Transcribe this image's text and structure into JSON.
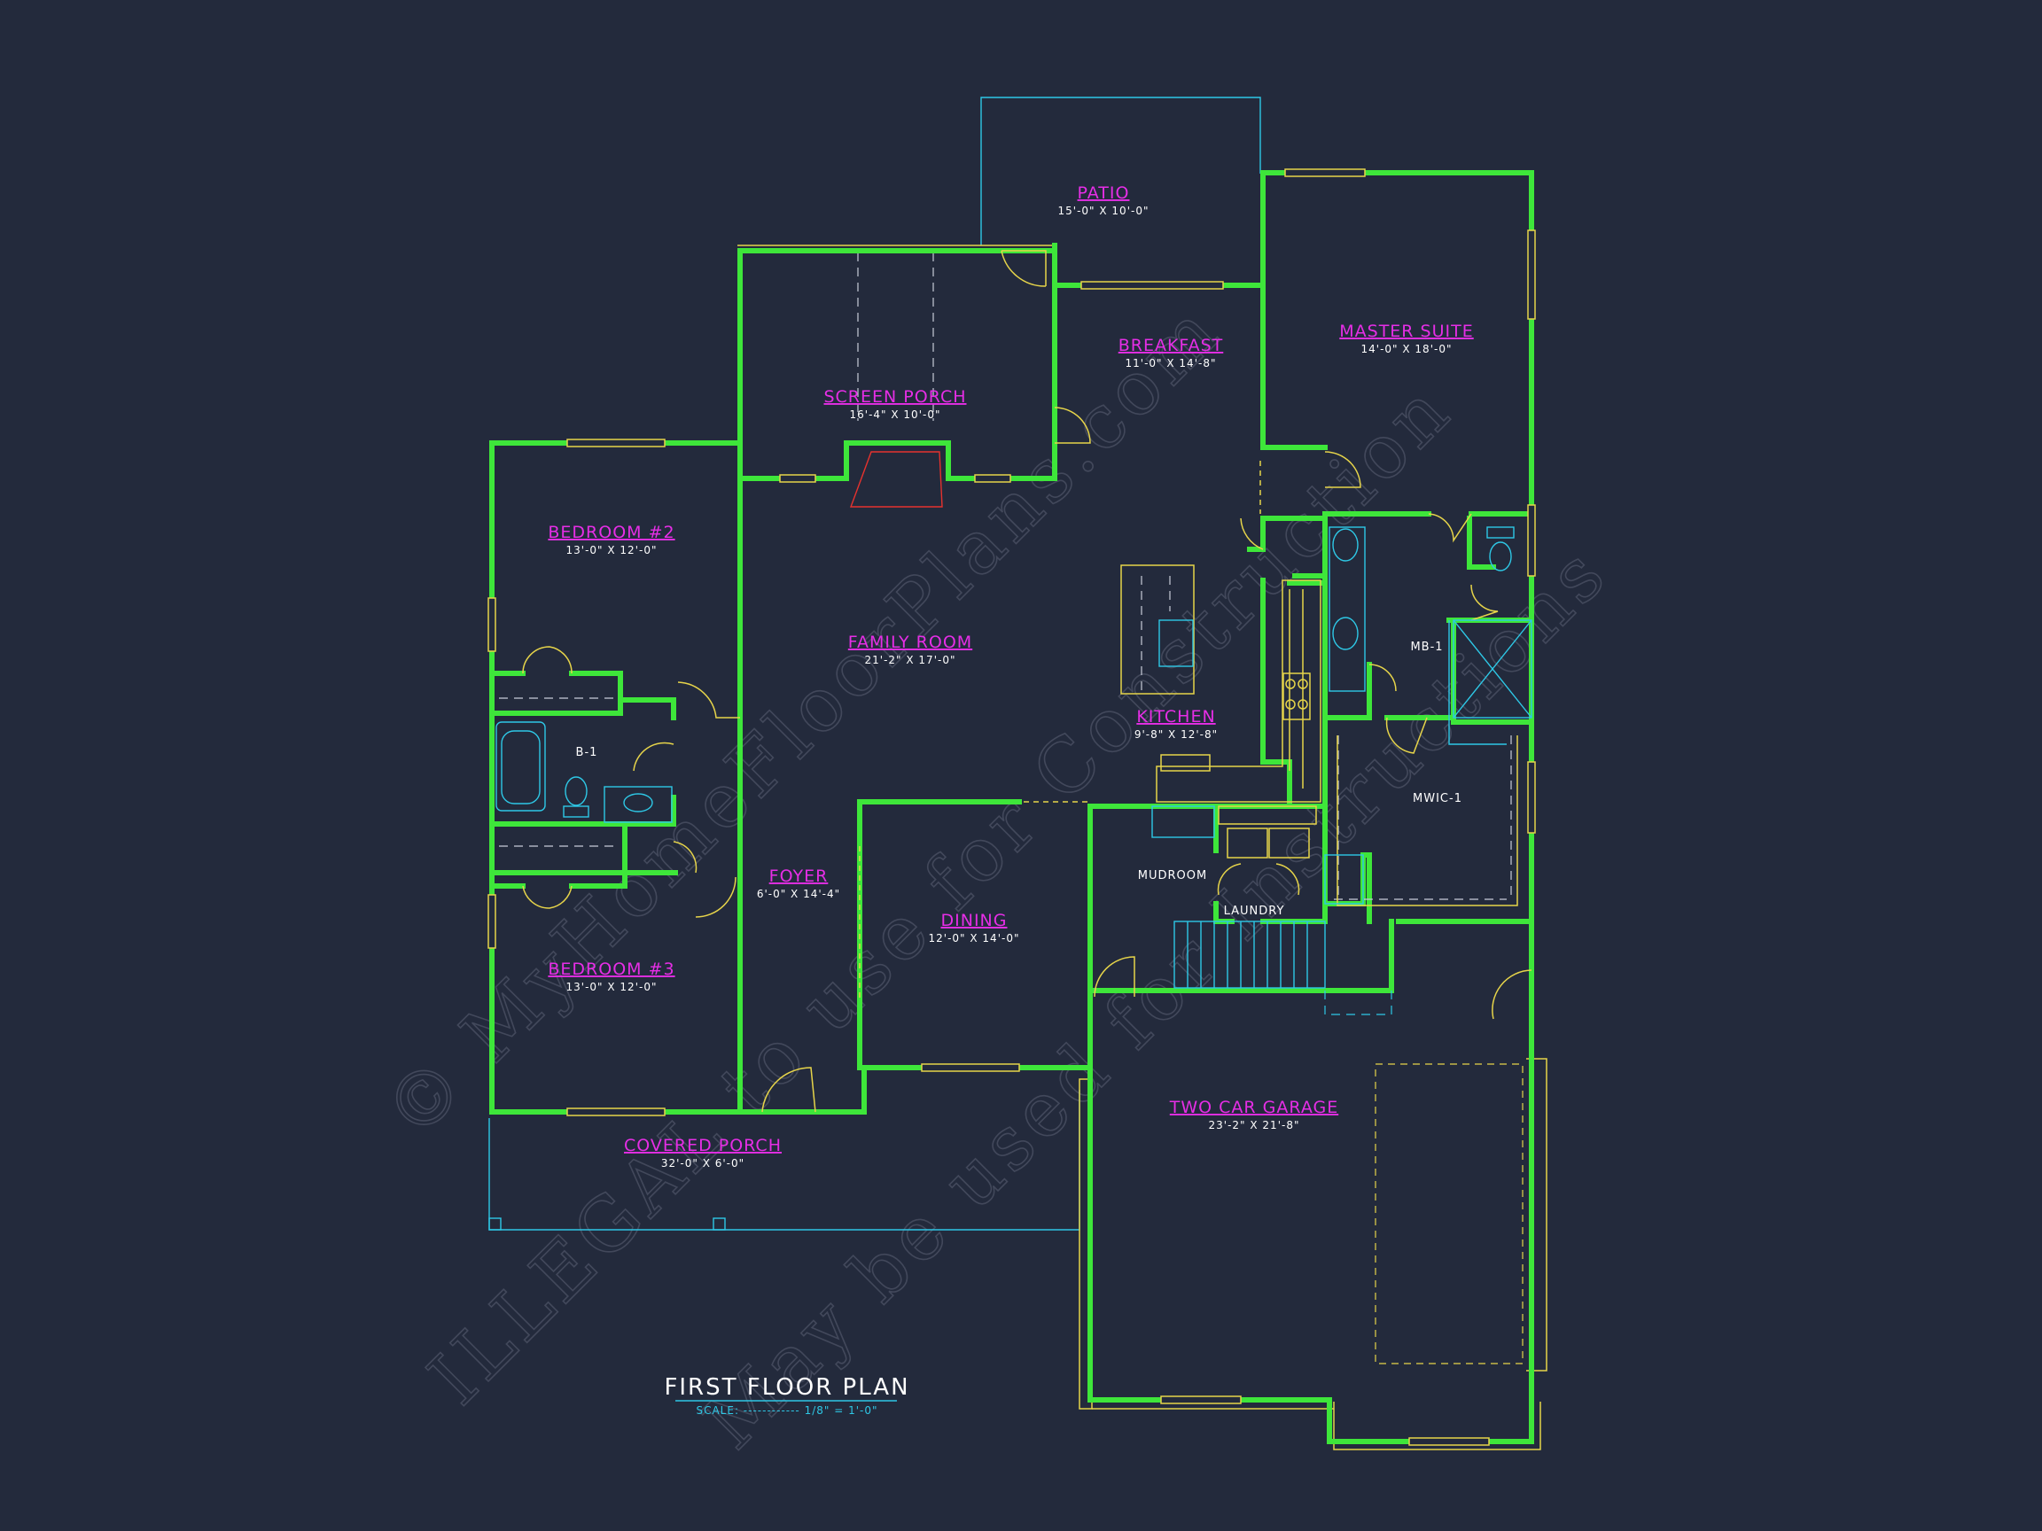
{
  "rooms": [
    {
      "name": "PATIO",
      "size": "15'-0\" X 10'-0\""
    },
    {
      "name": "SCREEN PORCH",
      "size": "16'-4\" X 10'-0\""
    },
    {
      "name": "BREAKFAST",
      "size": "11'-0\" X 14'-8\""
    },
    {
      "name": "MASTER SUITE",
      "size": "14'-0\" X 18'-0\""
    },
    {
      "name": "BEDROOM #2",
      "size": "13'-0\" X 12'-0\""
    },
    {
      "name": "FAMILY ROOM",
      "size": "21'-2\" X 17'-0\""
    },
    {
      "name": "KITCHEN",
      "size": "9'-8\" X 12'-8\""
    },
    {
      "name": "FOYER",
      "size": "6'-0\" X 14'-4\""
    },
    {
      "name": "DINING",
      "size": "12'-0\" X 14'-0\""
    },
    {
      "name": "BEDROOM #3",
      "size": "13'-0\" X 12'-0\""
    },
    {
      "name": "TWO CAR GARAGE",
      "size": "23'-2\" X 21'-8\""
    },
    {
      "name": "COVERED PORCH",
      "size": "32'-0\" X 6'-0\""
    }
  ],
  "labels": {
    "b1": "B-1",
    "mb1": "MB-1",
    "mwic1": "MWIC-1",
    "mudroom": "MUDROOM",
    "laundry": "LAUNDRY"
  },
  "title": {
    "text": "FIRST FLOOR PLAN",
    "scale": "SCALE: ------------ 1/8\" = 1'-0\""
  },
  "watermark": [
    "© MyHomeFloorPlans.com",
    "ILLEGAL to use for Construction",
    "May be used for Instructions"
  ],
  "colors": {
    "background": "#232a3c",
    "walls": "#3ee63a",
    "room_names": "#e62ee6",
    "fixtures": "#2ec8e6",
    "thin_lines": "#e6d44a"
  }
}
